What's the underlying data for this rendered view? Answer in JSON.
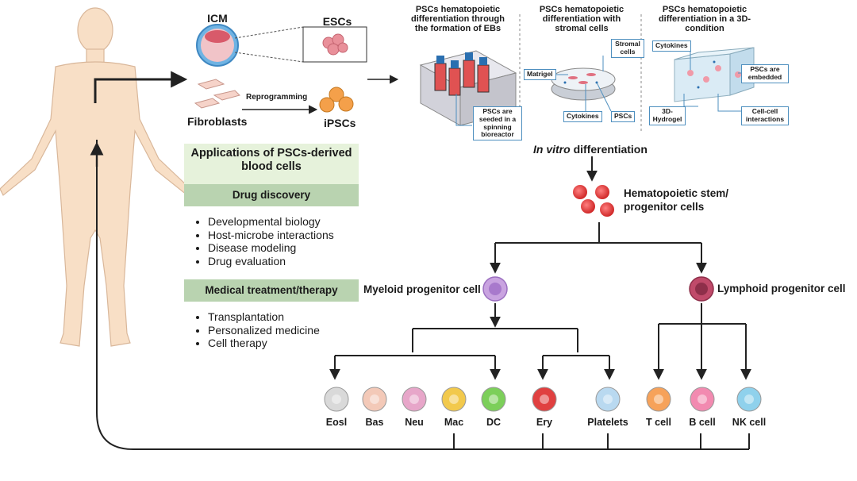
{
  "top": {
    "icm": "ICM",
    "escs": "ESCs",
    "fibroblasts": "Fibroblasts",
    "reprogramming": "Reprogramming",
    "ipscs": "iPSCs"
  },
  "methods": [
    {
      "title": "PSCs hematopoietic differentiation through the formation of EBs",
      "callouts": [
        "PSCs are seeded in a spinning bioreactor"
      ]
    },
    {
      "title": "PSCs hematopoietic differentiation with stromal cells",
      "callouts": [
        "Stromal cells",
        "Matrigel",
        "Cytokines",
        "PSCs"
      ]
    },
    {
      "title": "PSCs hematopoietic differentiation in a 3D-condition",
      "callouts": [
        "Cytokines",
        "PSCs are embedded",
        "3D-Hydrogel",
        "Cell-cell interactions"
      ]
    }
  ],
  "in_vitro": {
    "italic": "In vitro",
    "rest": "differentiation"
  },
  "hspc": "Hematopoietic stem/ progenitor cells",
  "applications": {
    "title": "Applications of PSCs-derived blood cells",
    "drug_discovery": {
      "heading": "Drug discovery",
      "items": [
        "Developmental biology",
        "Host-microbe interactions",
        "Disease modeling",
        "Drug evaluation"
      ]
    },
    "medical": {
      "heading": "Medical treatment/therapy",
      "items": [
        "Transplantation",
        "Personalized medicine",
        "Cell therapy"
      ]
    }
  },
  "progenitors": {
    "myeloid": "Myeloid progenitor cell",
    "lymphoid": "Lymphoid progenitor cell"
  },
  "cells": [
    {
      "name": "Eosl",
      "color": "#d9d9d9"
    },
    {
      "name": "Bas",
      "color": "#f3c9b8"
    },
    {
      "name": "Neu",
      "color": "#e7a6c9"
    },
    {
      "name": "Mac",
      "color": "#f2c94c"
    },
    {
      "name": "DC",
      "color": "#7ccf5a"
    },
    {
      "name": "Ery",
      "color": "#e04040"
    },
    {
      "name": "Platelets",
      "color": "#b9d9f0"
    },
    {
      "name": "T cell",
      "color": "#f6a25a"
    },
    {
      "name": "B cell",
      "color": "#f28ab0"
    },
    {
      "name": "NK cell",
      "color": "#8fd1ec"
    }
  ],
  "colors": {
    "arrow": "#222222",
    "panel": "#e6f2db",
    "bar": "#b9d3b0",
    "callout_line": "#4e8fbf",
    "skin": "#f8dfc6",
    "skin_line": "#d9b79a",
    "hspc": "#e03838",
    "myeloid": "#c9a3e0",
    "lymphoid": "#c04a6a"
  }
}
